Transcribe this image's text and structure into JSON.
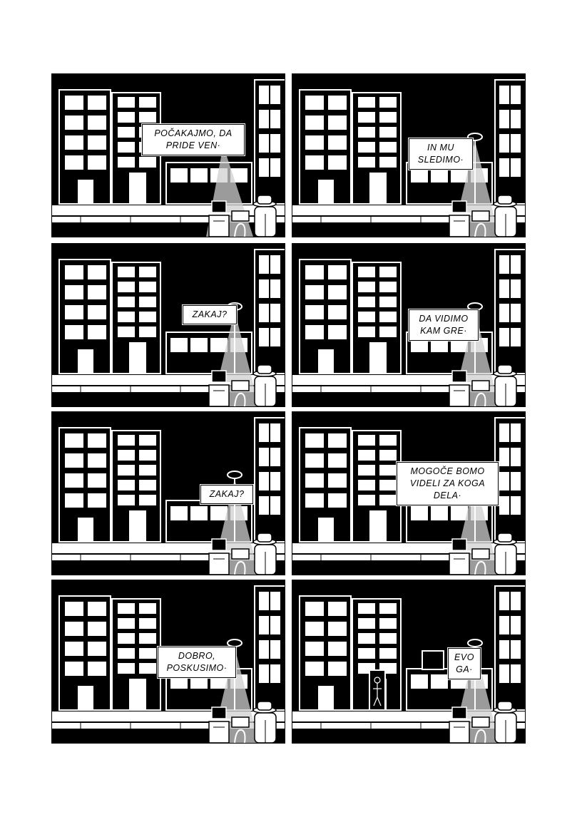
{
  "panels": [
    {
      "caption": "POČAKAJMO, DA\nPRIDE VEN·",
      "lamp": false,
      "door_figure": false
    },
    {
      "caption": "IN MU\nSLEDIMO·",
      "lamp": true,
      "door_figure": false
    },
    {
      "caption": "ZAKAJ?",
      "lamp": true,
      "door_figure": false
    },
    {
      "caption": "DA VIDIMO\nKAM GRE·",
      "lamp": true,
      "door_figure": false
    },
    {
      "caption": "ZAKAJ?",
      "lamp": true,
      "door_figure": false
    },
    {
      "caption": "MOGOČE BOMO\nVIDELI ZA KOGA\nDELA·",
      "lamp": true,
      "door_figure": false
    },
    {
      "caption": "DOBRO,\nPOSKUSIMO·",
      "lamp": true,
      "door_figure": false
    },
    {
      "caption": "EVO\nGA·",
      "lamp": true,
      "door_figure": true
    }
  ],
  "colors": {
    "ink": "#000000",
    "paper": "#ffffff",
    "light": "#cfcfcf"
  }
}
